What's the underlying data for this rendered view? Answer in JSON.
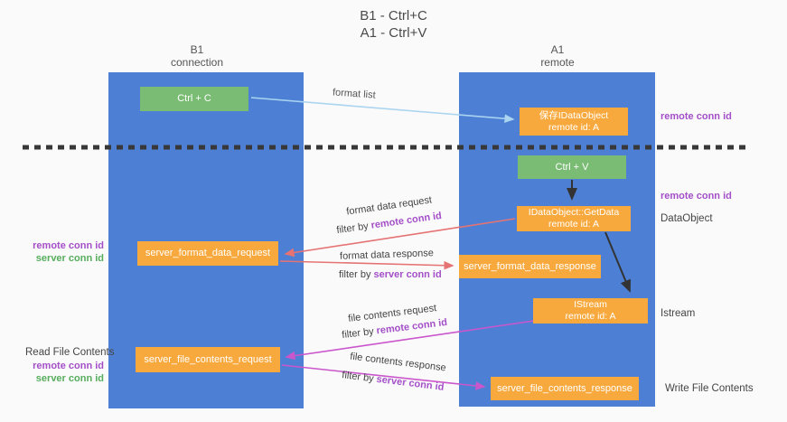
{
  "title": {
    "line1": "B1 - Ctrl+C",
    "line2": "A1 - Ctrl+V"
  },
  "colors": {
    "background": "#fafafa",
    "column_blue": "#4d80d4",
    "node_orange": "#f8a93d",
    "node_green": "#7abc74",
    "purple_text": "#a44fc8",
    "green_text": "#56ad5c",
    "red_arrow": "#e57373",
    "magenta_arrow": "#ca56cc",
    "lightblue_arrow": "#aad4f0",
    "black_arrow": "#333333",
    "dashed_line": "#383838"
  },
  "columns": {
    "left": {
      "name": "B1",
      "subtitle": "connection"
    },
    "right": {
      "name": "A1",
      "subtitle": "remote"
    }
  },
  "nodes": {
    "ctrl_c": "Ctrl + C",
    "ctrl_v": "Ctrl + V",
    "save_dataobject": {
      "line1": "保存IDataObject",
      "line2": "remote id: A"
    },
    "getdata": {
      "line1": "IDataObject::GetData",
      "line2": "remote id: A"
    },
    "istream": {
      "line1": "IStream",
      "line2": "remote id: A"
    },
    "server_format_data_request": "server_format_data_request",
    "server_format_data_response": "server_format_data_response",
    "server_file_contents_request": "server_file_contents_request",
    "server_file_contents_response": "server_file_contents_response"
  },
  "labels": {
    "format_list": "format list",
    "format_data_request": "format data request",
    "format_data_response": "format data response",
    "file_contents_request": "file contents request",
    "file_contents_response": "file contents response",
    "filter_by": "filter by ",
    "remote_conn_id": "remote conn id",
    "server_conn_id": "server conn id",
    "read_file_contents": "Read File Contents",
    "write_file_contents": "Write File Contents",
    "dataobject": "DataObject",
    "istream": "Istream"
  }
}
